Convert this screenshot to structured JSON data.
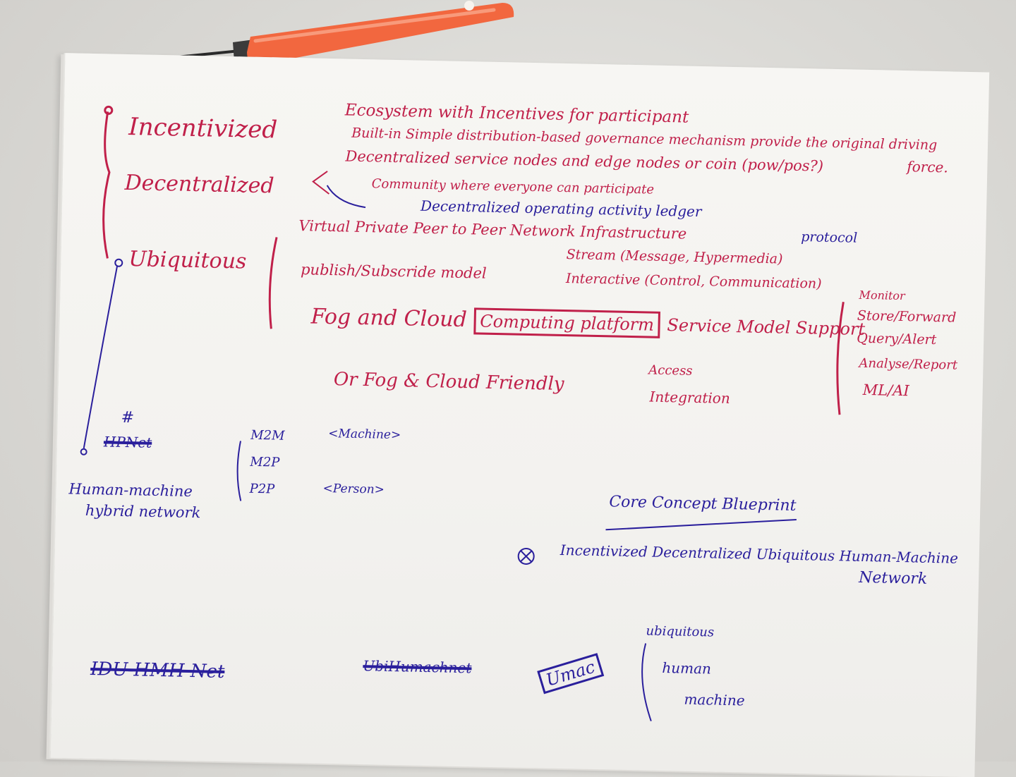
{
  "scene": {
    "colors": {
      "background": "#d9d8d4",
      "paper": "#f4f3f0",
      "red_ink": "#c0204a",
      "blue_ink": "#2a1f9c",
      "pen_orange": "#f2673f"
    }
  },
  "notes": {
    "left_column": {
      "incentivized": "Incentivized",
      "decentralized": "Decentralized",
      "ubiquitous": "Ubiquitous"
    },
    "incentives": {
      "ecosystem": "Ecosystem with Incentives for participant",
      "built_in": "Built-in Simple distribution-based governance mechanism provide the original driving",
      "force": "force.",
      "service_nodes": "Decentralized service nodes and edge nodes or coin (pow/pos?)"
    },
    "decentral": {
      "community": "Community where everyone can participate",
      "ledger": "Decentralized operating activity ledger"
    },
    "ubiquitous_items": {
      "vpn": "Virtual Private Peer to Peer Network Infrastructure",
      "protocol": "protocol",
      "pubsub": "publish/Subscride model",
      "stream": "Stream (Message, Hypermedia)",
      "interactive": "Interactive (Control, Communication)",
      "fog_prefix": "Fog and Cloud",
      "fog_boxed": "Computing platform",
      "fog_suffix": "Service Model Support",
      "or_friendly": "Or Fog & Cloud Friendly",
      "access": "Access",
      "integration": "Integration"
    },
    "platform_features": [
      "Monitor",
      "Store/Forward",
      "Query/Alert",
      "Analyse/Report",
      "ML/AI"
    ],
    "hybrid": {
      "struck_label": "HPNet",
      "mark": "#",
      "label_line1": "Human-machine",
      "label_line2": "hybrid network",
      "m2m": "M2M",
      "machine_tag": "<Machine>",
      "m2p": "M2P",
      "p2p": "P2P",
      "person_tag": "<Person>"
    },
    "blueprint": {
      "title": "Core Concept Blueprint",
      "line1": "Incentivized Decentralized Ubiquitous Human-Machine",
      "line2": "Network"
    },
    "names": {
      "struck1": "IDU-HMH Net",
      "struck2": "UbiHumachnet",
      "umac": "Umac",
      "breakdown": [
        "ubiquitous",
        "human",
        "machine"
      ]
    }
  }
}
